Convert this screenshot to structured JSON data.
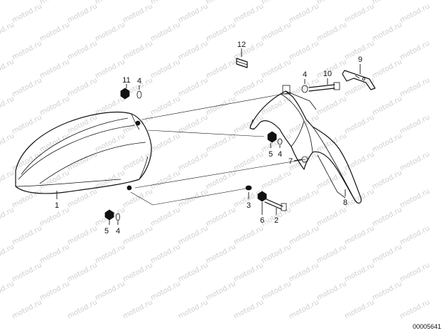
{
  "watermark": "motod.ru",
  "image_code": "00005641",
  "callouts": [
    "1",
    "2",
    "3",
    "4",
    "4",
    "4",
    "4",
    "5",
    "5",
    "6",
    "7",
    "8",
    "9",
    "10",
    "11",
    "12"
  ]
}
